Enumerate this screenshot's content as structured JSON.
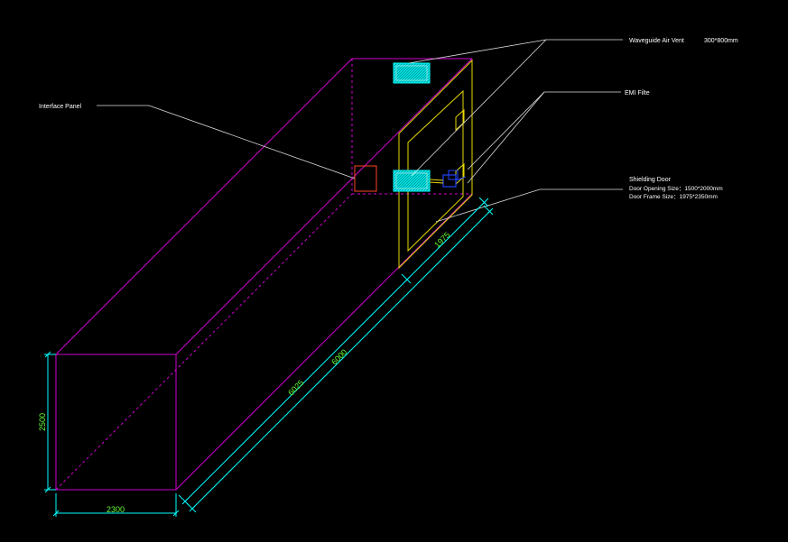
{
  "labels": {
    "waveguide_vent": "Waveguide Air Vent",
    "waveguide_vent_size": "300*800mm",
    "emi_filter": "EMI Filte",
    "interface_panel": "Interface  Panel",
    "shielding_door": "Shielding Door",
    "door_opening": "Door Opening Size：1500*2000mm",
    "door_frame": "Door Frame Size：1975*2350mm"
  },
  "dimensions": {
    "height": "2500",
    "width": "2300",
    "length_outer": "6025",
    "length_inner": "6000",
    "door_width": "1975"
  },
  "colors": {
    "enclosure": "#d000d0",
    "door": "#e6d800",
    "dimension_line": "#00ffff",
    "dimension_text": "#66ff33",
    "leader": "#dddddd",
    "interface_panel": "#ff4422",
    "filter": "#2244ff"
  }
}
